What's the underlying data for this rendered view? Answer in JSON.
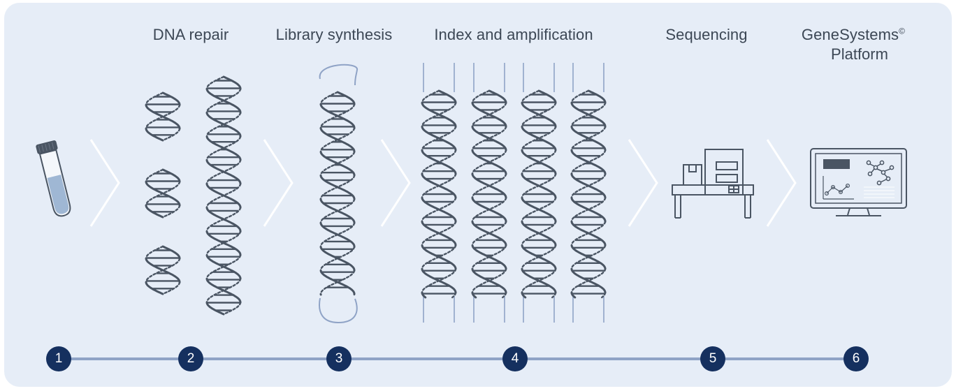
{
  "colors": {
    "panel_bg": "#e6edf7",
    "line": "#4a5563",
    "chevron": "#ffffff",
    "timeline": "#8fa3c6",
    "step_circle": "#15305f",
    "tube_liquid": "#9fb7d4"
  },
  "steps": [
    {
      "number": "1",
      "label": ""
    },
    {
      "number": "2",
      "label": "DNA repair"
    },
    {
      "number": "3",
      "label": "Library synthesis"
    },
    {
      "number": "4",
      "label": "Index and amplification"
    },
    {
      "number": "5",
      "label": "Sequencing"
    },
    {
      "number": "6",
      "label": "GeneSystems",
      "label_sup": "©",
      "label_line2": "Platform"
    }
  ],
  "icons": [
    "sample-tube-icon",
    "dna-helix-icon",
    "sequencer-machine-icon",
    "monitor-dashboard-icon"
  ]
}
